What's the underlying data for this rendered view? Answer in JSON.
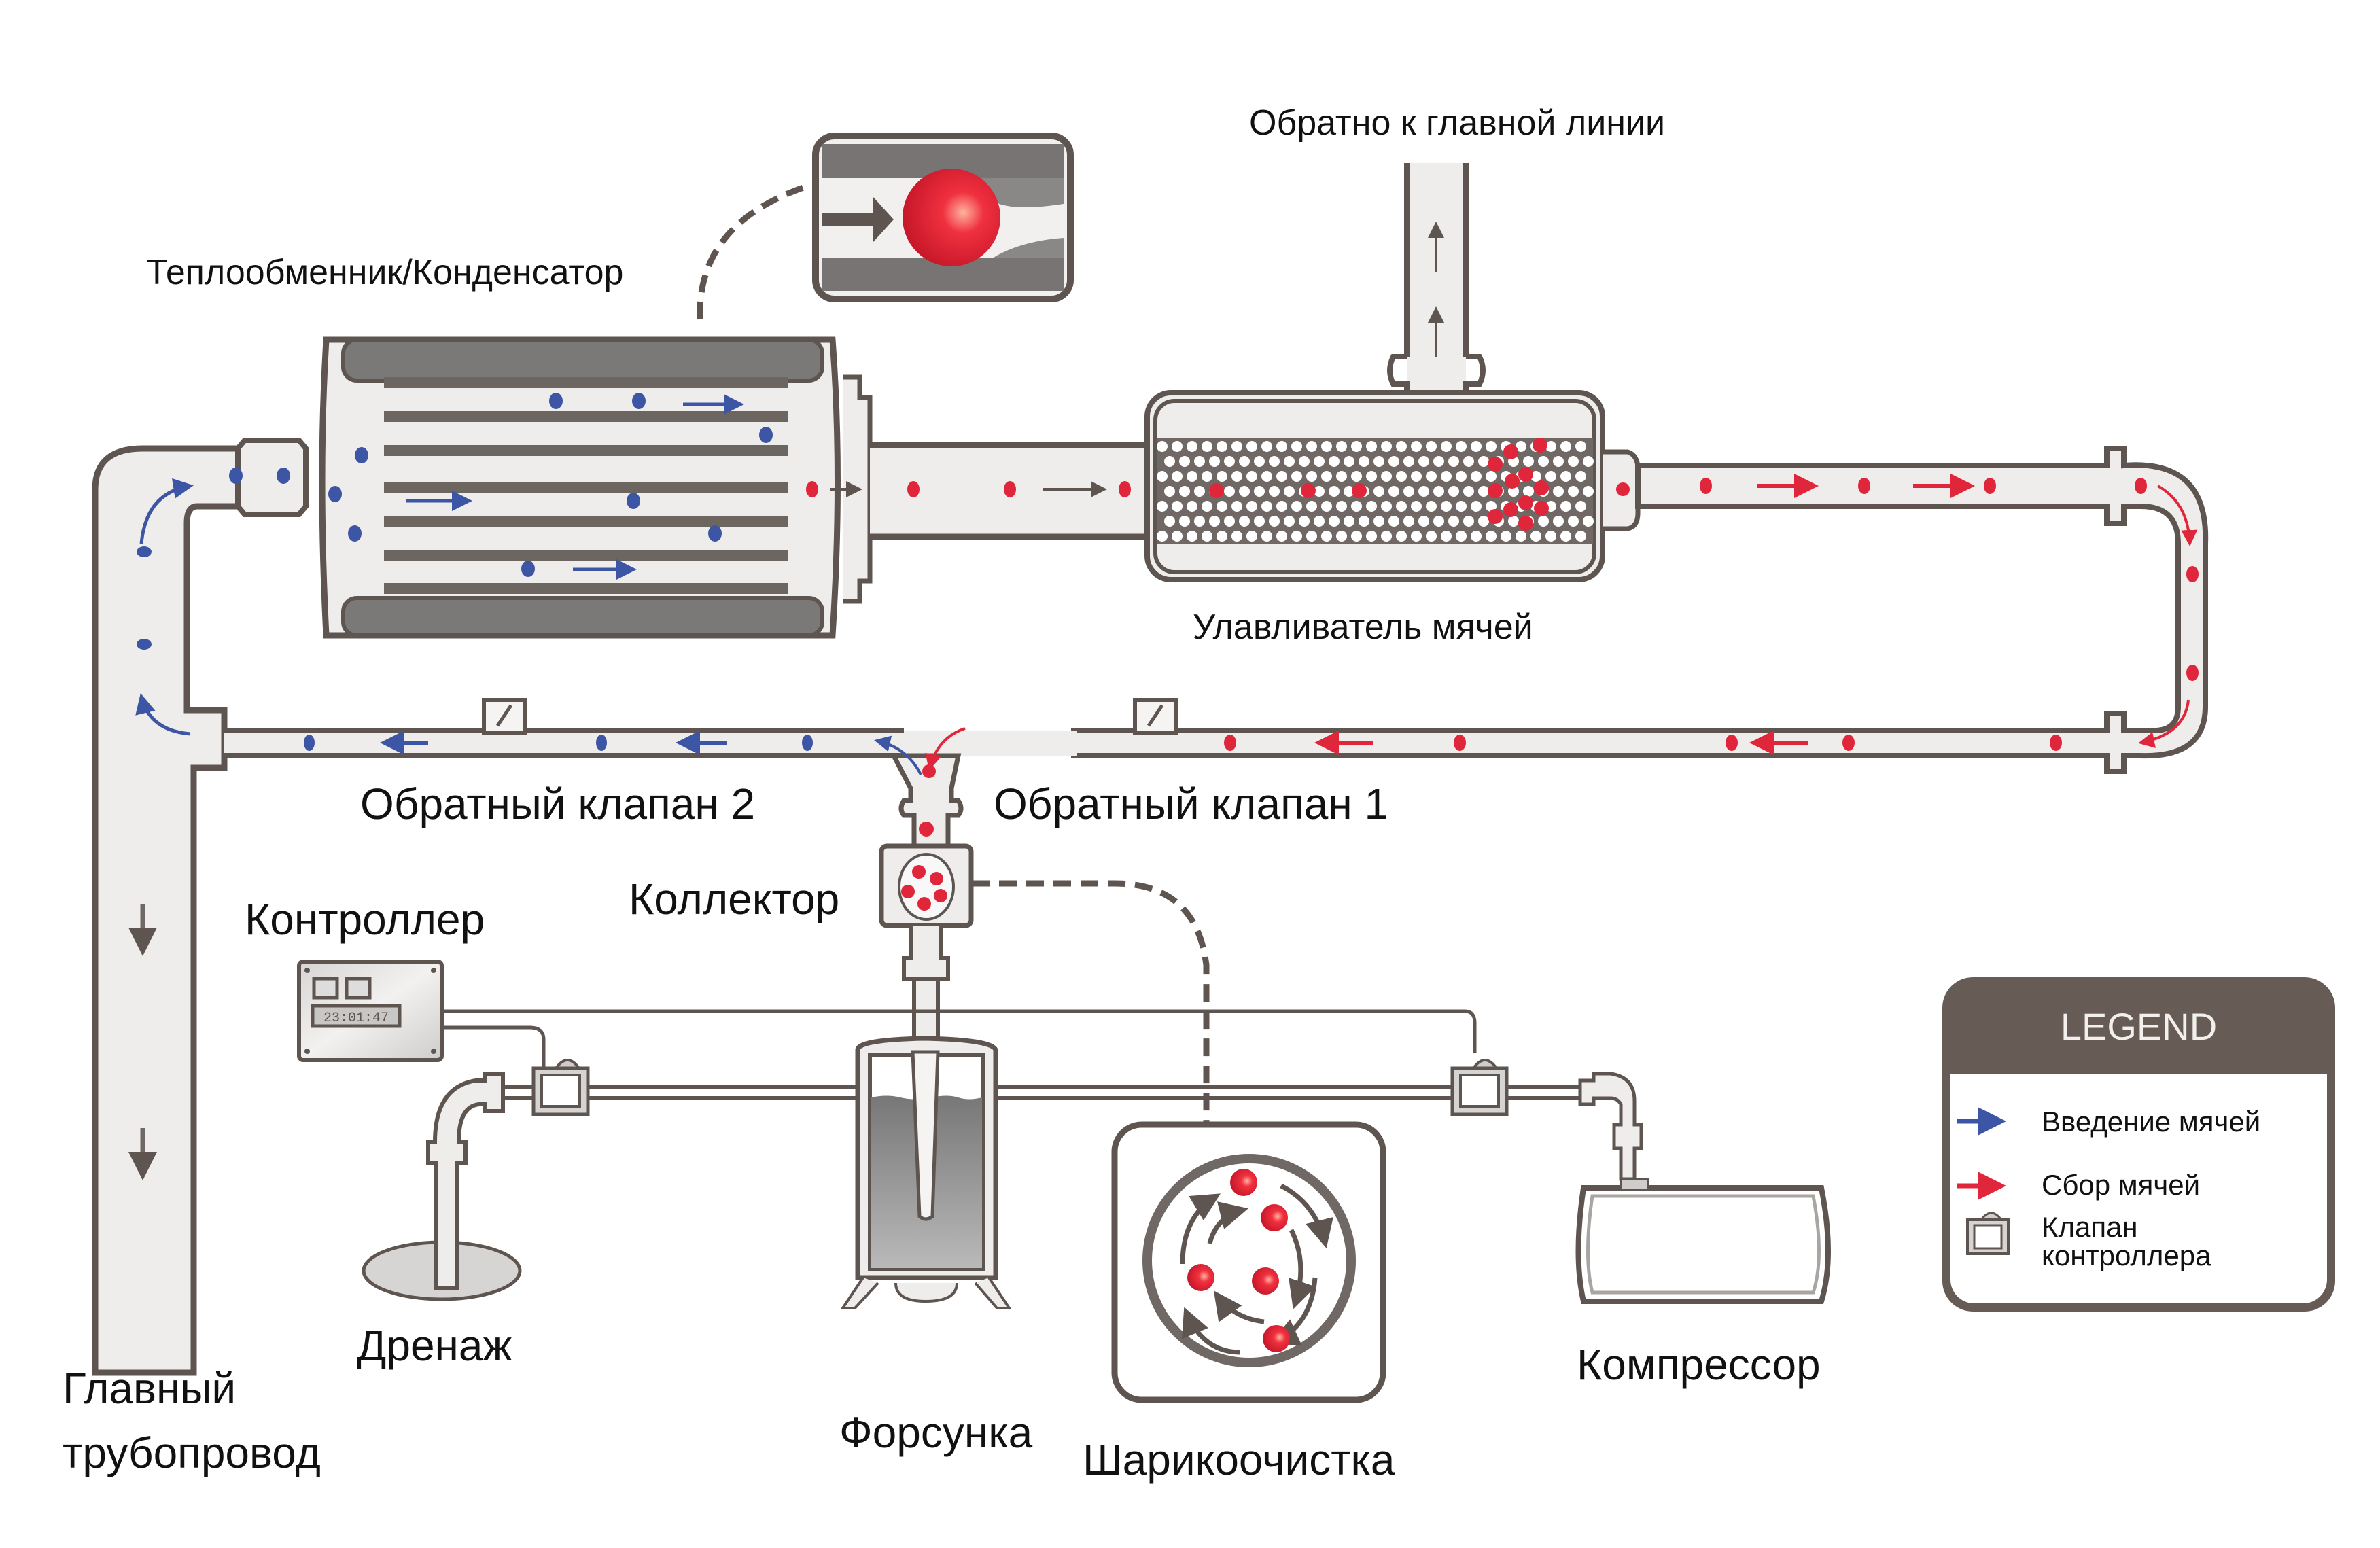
{
  "diagram": {
    "title": "Ball cleaning system for heat exchanger / condenser",
    "labels": {
      "return_to_main_line": "Обратно к главной линии",
      "heat_exchanger": "Теплообменник/Конденсатор",
      "ball_trap": "Улавливатель мячей",
      "check_valve_2": "Обратный клапан 2",
      "check_valve_1": "Обратный клапан 1",
      "collector": "Коллектор",
      "controller": "Контроллер",
      "drain": "Дренаж",
      "main_pipeline_line1": "Главный",
      "main_pipeline_line2": "трубопровод",
      "injector": "Форсунка",
      "ball_cleaner": "Шарикоочистка",
      "compressor": "Компрессор"
    },
    "controller_display": "23:01:47",
    "legend": {
      "title": "LEGEND",
      "items": [
        {
          "symbol": "blue-arrow",
          "label": "Введение мячей"
        },
        {
          "symbol": "red-arrow",
          "label": "Сбор мячей"
        },
        {
          "symbol": "controller-valve",
          "label_line1": "Клапан",
          "label_line2": "контроллера"
        }
      ]
    },
    "colors": {
      "pipe_outline": "#5e5550",
      "pipe_fill": "#efedeb",
      "injection_blue": "#3c55a5",
      "collection_red": "#e0263a",
      "legend_header": "#675c55",
      "water_gray": "#8e8e8e"
    }
  }
}
